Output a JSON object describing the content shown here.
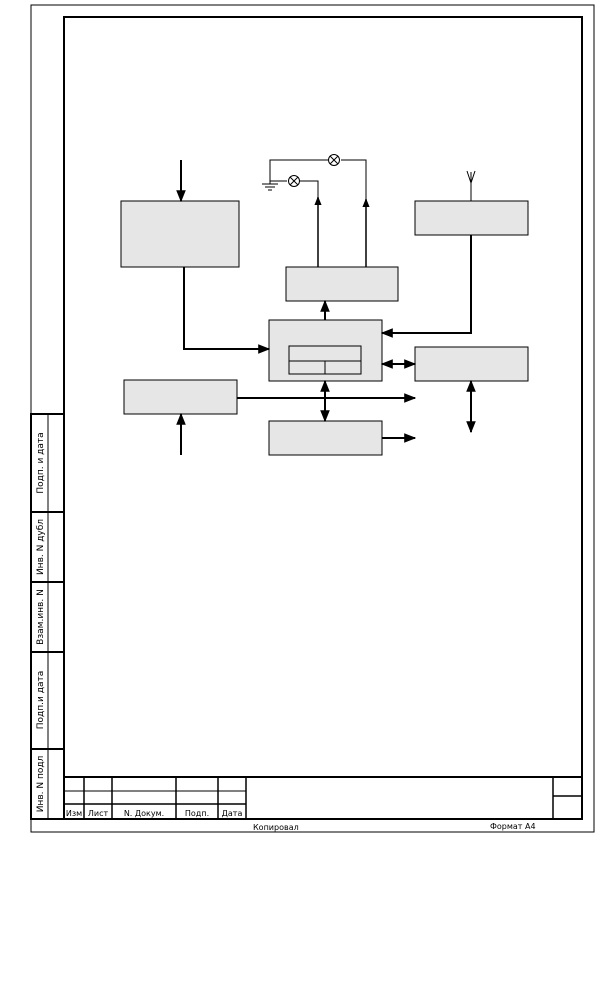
{
  "side_labels": [
    "Подп. и дата",
    "Инв. N дубл",
    "Взам.инв. N",
    "Подп.и дата",
    "Инв. N подл"
  ],
  "title_block": {
    "columns": [
      "Изм",
      "Лист",
      "N. Докум.",
      "Подп.",
      "Дата"
    ],
    "copied_by": "Копировал",
    "format": "Формат А4"
  }
}
